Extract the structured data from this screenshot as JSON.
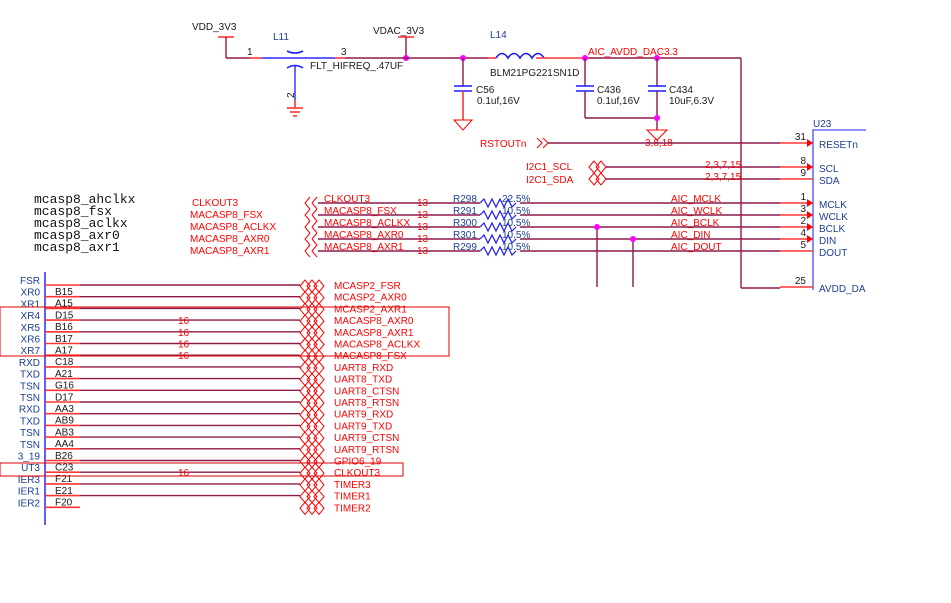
{
  "power": {
    "vdd": "VDD_3V3",
    "vdac": "VDAC_3V3",
    "aic_avdd": "AIC_AVDD_DAC3.3"
  },
  "l11": {
    "ref": "L11",
    "value": "FLT_HIFREQ_.47UF",
    "pin1": "1",
    "pin2": "2",
    "pin3": "3"
  },
  "l14": {
    "ref": "L14",
    "value": "BLM21PG221SN1D"
  },
  "c56": {
    "ref": "C56",
    "value": "0.1uf,16V"
  },
  "c436": {
    "ref": "C436",
    "value": "0.1uf,16V"
  },
  "c434": {
    "ref": "C434",
    "value": "10uF,6.3V"
  },
  "gnd_pages": "3,8,18",
  "rstout": {
    "net": "RSTOUTn"
  },
  "i2c": [
    {
      "net": "I2C1_SCL",
      "pages": "2,3,7,15"
    },
    {
      "net": "I2C1_SDA",
      "pages": "2,3,7,15"
    }
  ],
  "mono_labels": [
    "mcasp8_ahclkx",
    "mcasp8_fsx",
    "mcasp8_aclkx",
    "mcasp8_axr0",
    "mcasp8_axr1"
  ],
  "red_labels": [
    "CLKOUT3",
    "MACASP8_FSX",
    "MACASP8_ACLKX",
    "MACASP8_AXR0",
    "MACASP8_AXR1"
  ],
  "audio_nets": [
    {
      "net": "CLKOUT3",
      "page": "13",
      "res": "R298",
      "tol": "22.5%",
      "aic": "AIC_MCLK"
    },
    {
      "net": "MACASP8_FSX",
      "page": "13",
      "res": "R291",
      "tol": "10.5%",
      "aic": "AIC_WCLK"
    },
    {
      "net": "MACASP8_ACLKX",
      "page": "13",
      "res": "R300",
      "tol": "10.5%",
      "aic": "AIC_BCLK"
    },
    {
      "net": "MACASP8_AXR0",
      "page": "13",
      "res": "R301",
      "tol": "10.5%",
      "aic": "AIC_DIN"
    },
    {
      "net": "MACASP8_AXR1",
      "page": "13",
      "res": "R299",
      "tol": "10.5%",
      "aic": "AIC_DOUT"
    }
  ],
  "u23": {
    "ref": "U23",
    "pins": [
      {
        "num": "31",
        "name": "RESETn"
      },
      {
        "num": "8",
        "name": "SCL"
      },
      {
        "num": "9",
        "name": "SDA"
      },
      {
        "num": "1",
        "name": "MCLK"
      },
      {
        "num": "3",
        "name": "WCLK"
      },
      {
        "num": "2",
        "name": "BCLK"
      },
      {
        "num": "4",
        "name": "DIN"
      },
      {
        "num": "5",
        "name": "DOUT"
      },
      {
        "num": "25",
        "name": "AVDD_DA"
      }
    ]
  },
  "soc_pins": [
    {
      "left": "FSR",
      "ball": "B15",
      "net": "MCASP2_FSR",
      "page": ""
    },
    {
      "left": "XR0",
      "ball": "A15",
      "net": "MCASP2_AXR0",
      "page": ""
    },
    {
      "left": "XR1",
      "ball": "D15",
      "net": "MCASP2_AXR1",
      "page": ""
    },
    {
      "left": "XR4",
      "ball": "B16",
      "net": "MACASP8_AXR0",
      "page": "16"
    },
    {
      "left": "XR5",
      "ball": "B17",
      "net": "MACASP8_AXR1",
      "page": "16"
    },
    {
      "left": "XR6",
      "ball": "A17",
      "net": "MACASP8_ACLKX",
      "page": "16"
    },
    {
      "left": "XR7",
      "ball": "C18",
      "net": "MACASP8_FSX",
      "page": "16"
    },
    {
      "left": "RXD",
      "ball": "A21",
      "net": "UART8_RXD",
      "page": ""
    },
    {
      "left": "TXD",
      "ball": "G16",
      "net": "UART8_TXD",
      "page": ""
    },
    {
      "left": "TSN",
      "ball": "D17",
      "net": "UART8_CTSN",
      "page": ""
    },
    {
      "left": "TSN",
      "ball": "AA3",
      "net": "UART8_RTSN",
      "page": ""
    },
    {
      "left": "RXD",
      "ball": "AB9",
      "net": "UART9_RXD",
      "page": ""
    },
    {
      "left": "TXD",
      "ball": "AB3",
      "net": "UART9_TXD",
      "page": ""
    },
    {
      "left": "TSN",
      "ball": "AA4",
      "net": "UART9_CTSN",
      "page": ""
    },
    {
      "left": "TSN",
      "ball": "B26",
      "net": "UART9_RTSN",
      "page": ""
    },
    {
      "left": "3_19",
      "ball": "C23",
      "net": "GPIO6_19",
      "page": ""
    },
    {
      "left": "UT3",
      "ball": "F21",
      "net": "CLKOUT3",
      "page": "16"
    },
    {
      "left": "IER3",
      "ball": "E21",
      "net": "TIMER3",
      "page": ""
    },
    {
      "left": "IER1",
      "ball": "F20",
      "net": "TIMER1",
      "page": ""
    },
    {
      "left": "IER2",
      "ball": "",
      "net": "TIMER2",
      "page": ""
    }
  ]
}
